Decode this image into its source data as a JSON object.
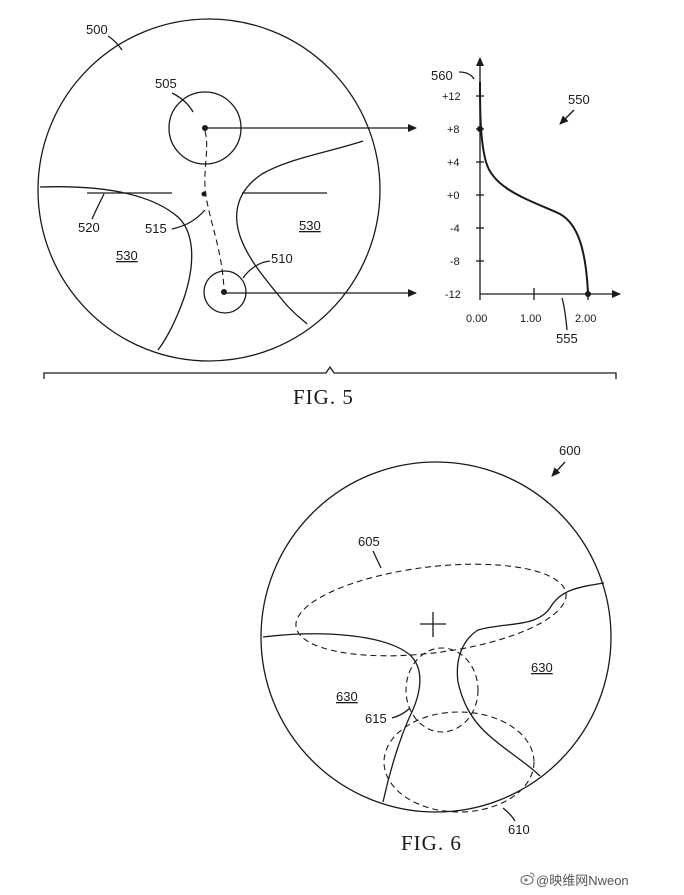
{
  "fig5": {
    "caption": "FIG. 5",
    "labels": {
      "r500": "500",
      "r505": "505",
      "r510": "510",
      "r515": "515",
      "r520": "520",
      "r530_left": "530",
      "r530_right": "530",
      "r550": "550",
      "r555": "555",
      "r560": "560"
    },
    "y_ticks": [
      "+12",
      "+8",
      "+4",
      "+0",
      "-4",
      "-8",
      "-12"
    ],
    "x_ticks": [
      "0.00",
      "1.00",
      "2.00"
    ]
  },
  "fig6": {
    "caption": "FIG. 6",
    "labels": {
      "r600": "600",
      "r605": "605",
      "r610": "610",
      "r615": "615",
      "r630_left": "630",
      "r630_right": "630"
    }
  },
  "watermark": "@映维网Nweon",
  "icons": {
    "watermark": "weibo-logo-icon"
  }
}
